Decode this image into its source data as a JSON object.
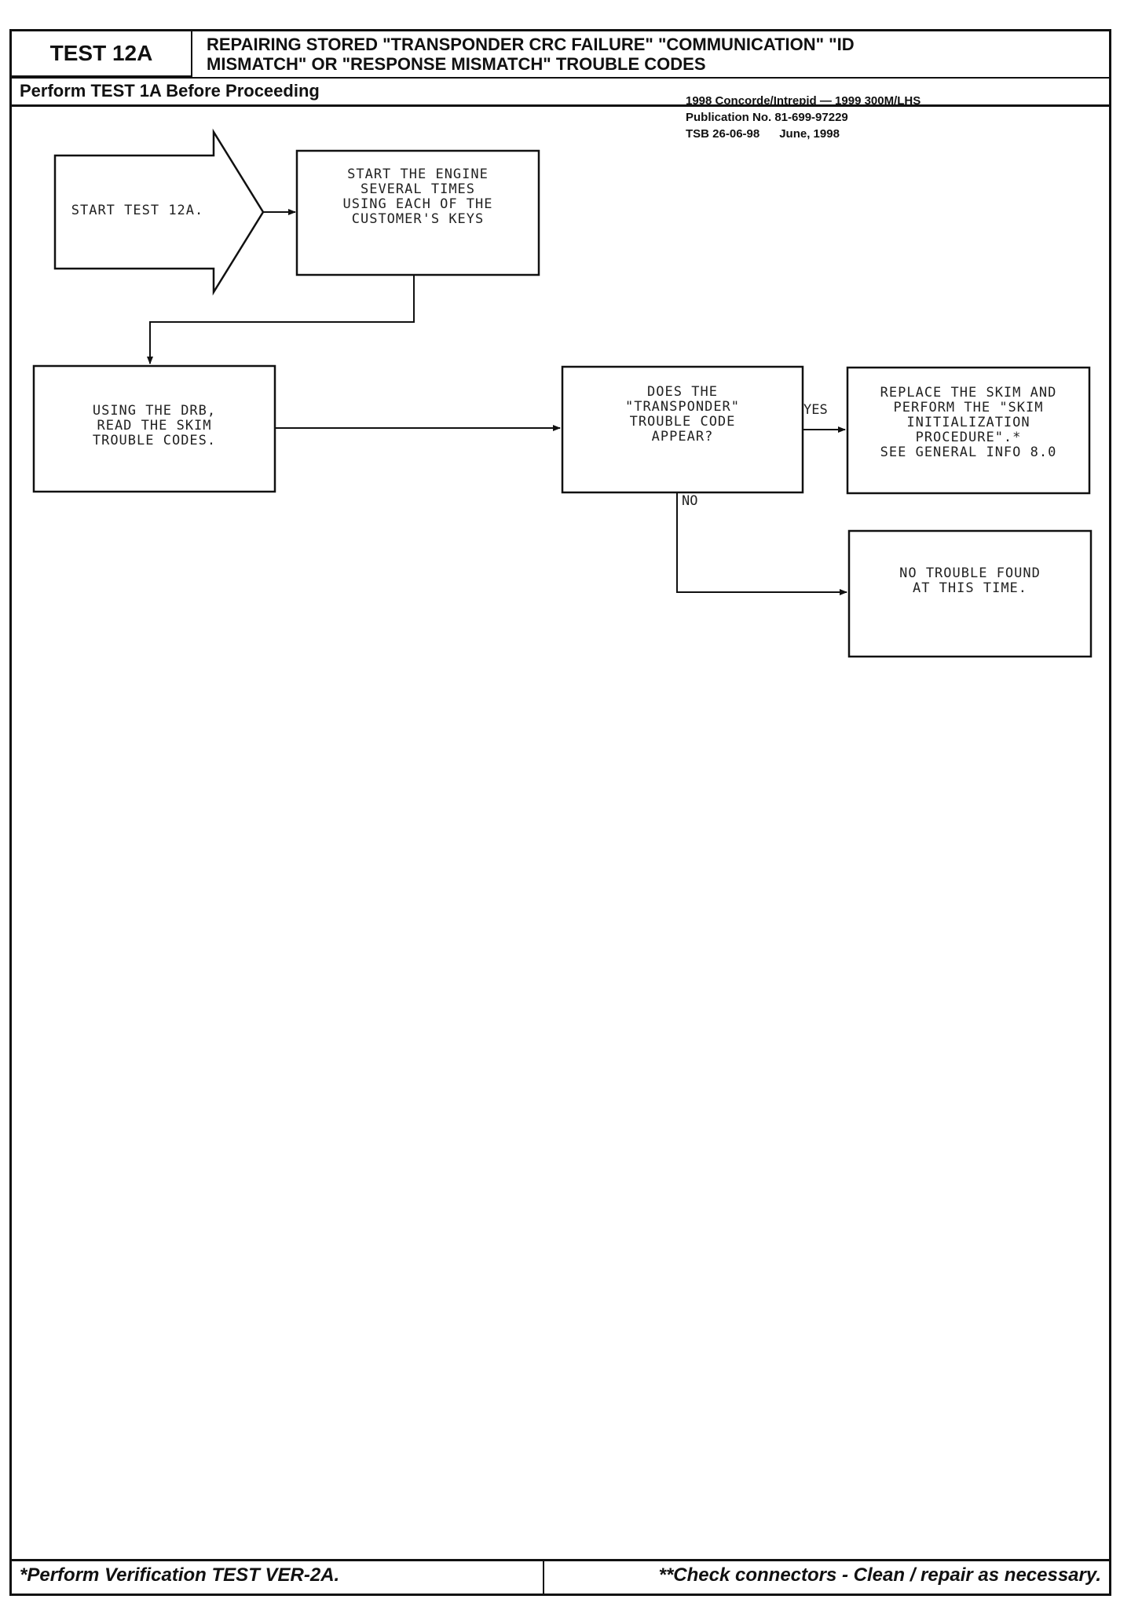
{
  "header": {
    "test_id": "TEST 12A",
    "title_line1": "REPAIRING STORED \"TRANSPONDER CRC FAILURE\" \"COMMUNICATION\" \"ID",
    "title_line2": "MISMATCH\" OR \"RESPONSE MISMATCH\" TROUBLE CODES",
    "prerequisite": "Perform TEST 1A Before Proceeding"
  },
  "publication": {
    "line1": "1998 Concorde/Intrepid — 1999 300M/LHS",
    "line2": "Publication No. 81-699-97229",
    "line3": "TSB 26-06-98      June, 1998"
  },
  "flowchart": {
    "start": "START TEST 12A.",
    "step1": "START THE ENGINE\nSEVERAL TIMES\nUSING EACH OF THE\nCUSTOMER'S KEYS",
    "step2": "USING THE DRB,\nREAD THE SKIM\nTROUBLE CODES.",
    "decision": "DOES THE\n\"TRANSPONDER\"\nTROUBLE CODE\nAPPEAR?",
    "yes_label": "YES",
    "no_label": "NO",
    "yes_action": "REPLACE THE SKIM AND\nPERFORM THE \"SKIM\nINITIALIZATION\nPROCEDURE\".*\nSEE GENERAL INFO 8.0",
    "no_action": "NO TROUBLE FOUND\nAT THIS TIME."
  },
  "footer": {
    "left": "*Perform Verification TEST VER-2A.",
    "right": "**Check connectors - Clean / repair as necessary."
  }
}
